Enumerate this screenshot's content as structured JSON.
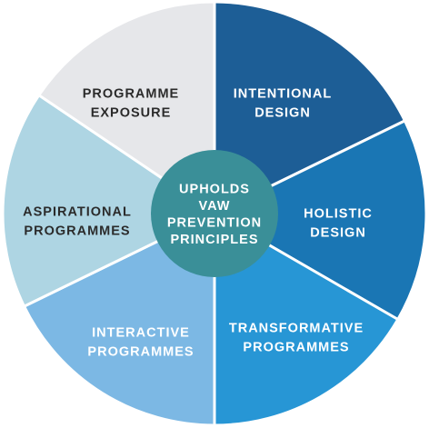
{
  "center": {
    "lines": [
      "UPHOLDS",
      "VAW",
      "PREVENTION",
      "PRINCIPLES"
    ],
    "color": "#3a8f98",
    "text_color": "#ffffff"
  },
  "segments": [
    {
      "id": "intentional-design",
      "lines": [
        "INTENTIONAL",
        "DESIGN"
      ],
      "color": "#1d5e96",
      "text_color": "#ffffff"
    },
    {
      "id": "holistic-design",
      "lines": [
        "HOLISTIC",
        "DESIGN"
      ],
      "color": "#1a76b4",
      "text_color": "#ffffff"
    },
    {
      "id": "transformative-programmes",
      "lines": [
        "TRANSFORMATIVE",
        "PROGRAMMES"
      ],
      "color": "#2796d5",
      "text_color": "#ffffff"
    },
    {
      "id": "interactive-programmes",
      "lines": [
        "INTERACTIVE",
        "PROGRAMMES"
      ],
      "color": "#7cb8e4",
      "text_color": "#ffffff"
    },
    {
      "id": "aspirational-programmes",
      "lines": [
        "ASPIRATIONAL",
        "PROGRAMMES"
      ],
      "color": "#aed5e3",
      "text_color": "#2b2b2b"
    },
    {
      "id": "programme-exposure",
      "lines": [
        "PROGRAMME",
        "EXPOSURE"
      ],
      "color": "#e6e7ea",
      "text_color": "#2b2b2b"
    }
  ]
}
